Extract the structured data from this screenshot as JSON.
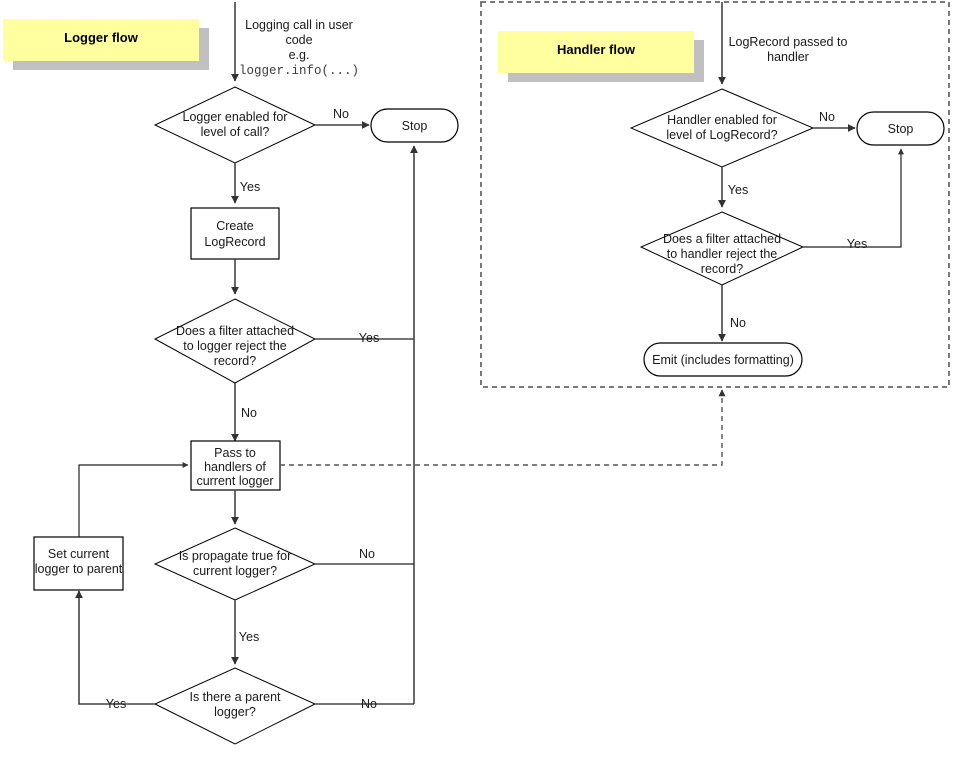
{
  "diagram": {
    "title_banners": [
      {
        "name": "logger-flow-banner",
        "label": "Logger flow"
      },
      {
        "name": "handler-flow-banner",
        "label": "Handler flow"
      }
    ]
  },
  "logger_flow": {
    "entry_note": {
      "line1": "Logging call in user",
      "line2": "code",
      "line3": "e.g.",
      "line4_mono": "logger.info(...)"
    },
    "nodes": {
      "logger_enabled": {
        "line1": "Logger enabled for",
        "line2": "level of call?"
      },
      "stop": {
        "label": "Stop"
      },
      "create_logrecord": {
        "line1": "Create",
        "line2": "LogRecord"
      },
      "logger_filter": {
        "line1": "Does a filter attached",
        "line2": "to logger reject the",
        "line3": "record?"
      },
      "pass_to_handlers": {
        "line1": "Pass to",
        "line2": "handlers of",
        "line3": "current logger"
      },
      "set_parent": {
        "line1": "Set current",
        "line2": "logger to parent"
      },
      "propagate": {
        "line1": "Is propagate true for",
        "line2": "current logger?"
      },
      "has_parent": {
        "line1": "Is there a parent",
        "line2": "logger?"
      }
    },
    "edges": {
      "logger_enabled_no": "No",
      "logger_enabled_yes": "Yes",
      "logger_filter_yes": "Yes",
      "logger_filter_no": "No",
      "propagate_no": "No",
      "propagate_yes": "Yes",
      "has_parent_yes": "Yes",
      "has_parent_no": "No"
    }
  },
  "handler_flow": {
    "entry_note": {
      "line1": "LogRecord passed to",
      "line2": "handler"
    },
    "nodes": {
      "handler_enabled": {
        "line1": "Handler enabled for",
        "line2": "level of LogRecord?"
      },
      "stop": {
        "label": "Stop"
      },
      "handler_filter": {
        "line1": "Does a filter attached",
        "line2": "to handler reject the",
        "line3": "record?"
      },
      "emit": {
        "label": "Emit (includes formatting)"
      }
    },
    "edges": {
      "handler_enabled_no": "No",
      "handler_enabled_yes": "Yes",
      "handler_filter_yes": "Yes",
      "handler_filter_no": "No"
    }
  },
  "colors": {
    "banner_fill": "#ffffa0",
    "banner_shadow": "#c0c0c0",
    "line": "#444444",
    "text": "#1a1a1a",
    "node_fill": "#ffffff"
  }
}
